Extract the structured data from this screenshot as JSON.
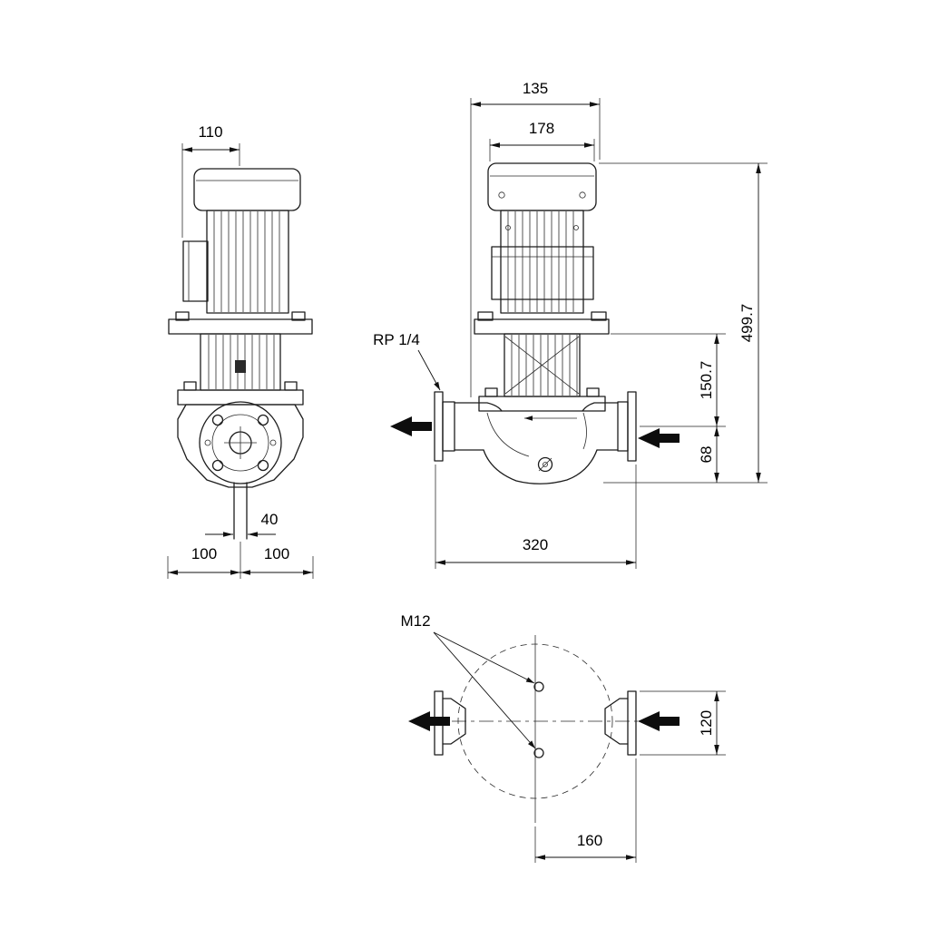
{
  "drawing": {
    "front_view": {
      "motor_width": "110",
      "pipe_diameter": "40",
      "base_left": "100",
      "base_right": "100"
    },
    "side_view": {
      "depth": "135",
      "motor_depth": "178",
      "gauge_port": "RP 1/4",
      "total_height": "499.7",
      "mid_height": "150.7",
      "port_height": "68",
      "port_to_port": "320"
    },
    "top_view": {
      "bolt_thread": "M12",
      "flange_width": "120",
      "center_to_flange": "160"
    }
  }
}
